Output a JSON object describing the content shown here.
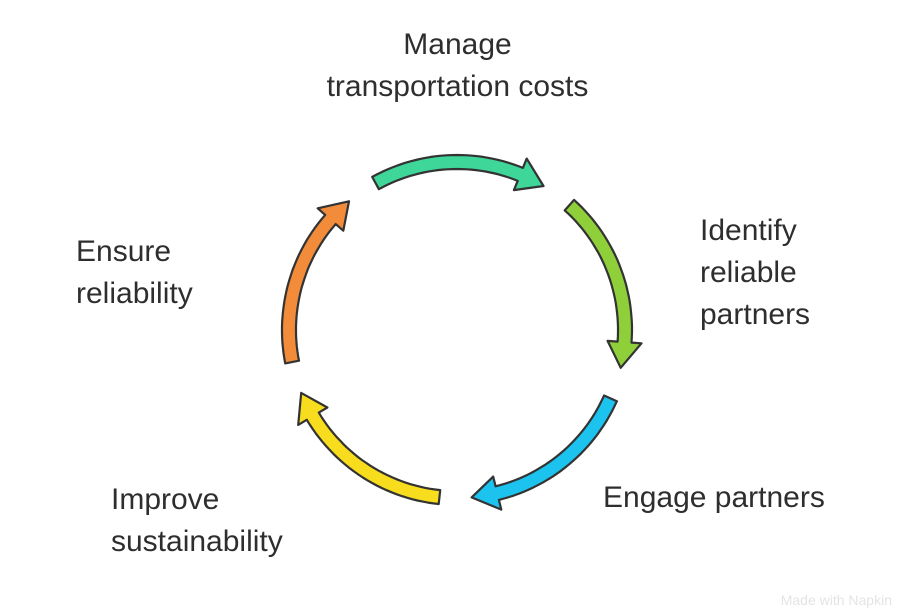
{
  "title": "Transportation partner cycle",
  "steps": [
    {
      "lines": [
        "Manage",
        "transportation costs"
      ],
      "color": "#3fd69a"
    },
    {
      "lines": [
        "Identify",
        "reliable",
        "partners"
      ],
      "color": "#8fcf3a"
    },
    {
      "lines": [
        "Engage partners"
      ],
      "color": "#1cc3ef"
    },
    {
      "lines": [
        "Improve",
        "sustainability"
      ],
      "color": "#f8dc1e"
    },
    {
      "lines": [
        "Ensure",
        "reliability"
      ],
      "color": "#f28c3a"
    }
  ],
  "watermark": "Made with Napkin"
}
